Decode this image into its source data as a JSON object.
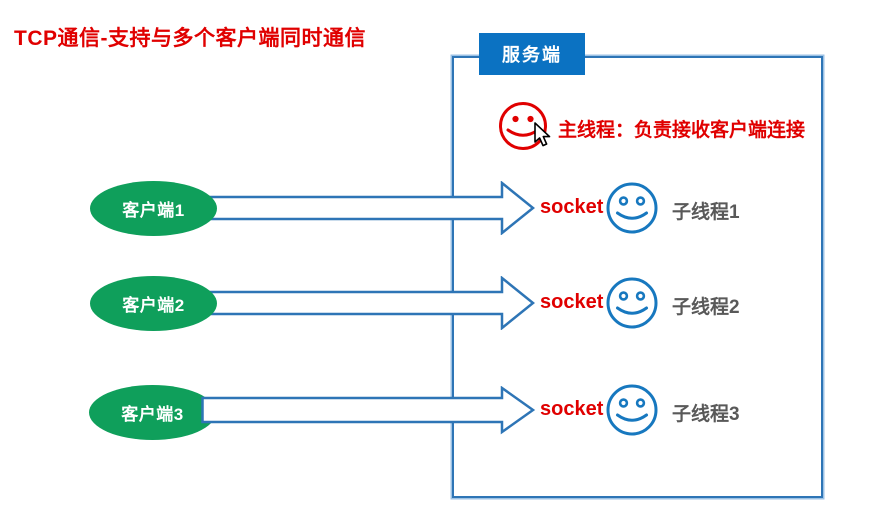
{
  "title": "TCP通信-支持与多个客户端同时通信",
  "server": {
    "label": "服务端",
    "main_thread_label": "主线程：负责接收客户端连接"
  },
  "rows": [
    {
      "client_label": "客户端1",
      "socket_label": "socket",
      "thread_label": "子线程1"
    },
    {
      "client_label": "客户端2",
      "socket_label": "socket",
      "thread_label": "子线程2"
    },
    {
      "client_label": "客户端3",
      "socket_label": "socket",
      "thread_label": "子线程3"
    }
  ],
  "icons": {
    "main_thread": "red-smiley-icon",
    "child_thread": "blue-smiley-icon",
    "pointer": "mouse-cursor-icon",
    "connection": "right-arrow"
  },
  "colors": {
    "red": "#E00000",
    "green": "#0F9F5B",
    "header_blue": "#0B72C2",
    "border_blue": "#2E75B6",
    "smiley_blue": "#1778BF",
    "thread_gray": "#595959"
  }
}
